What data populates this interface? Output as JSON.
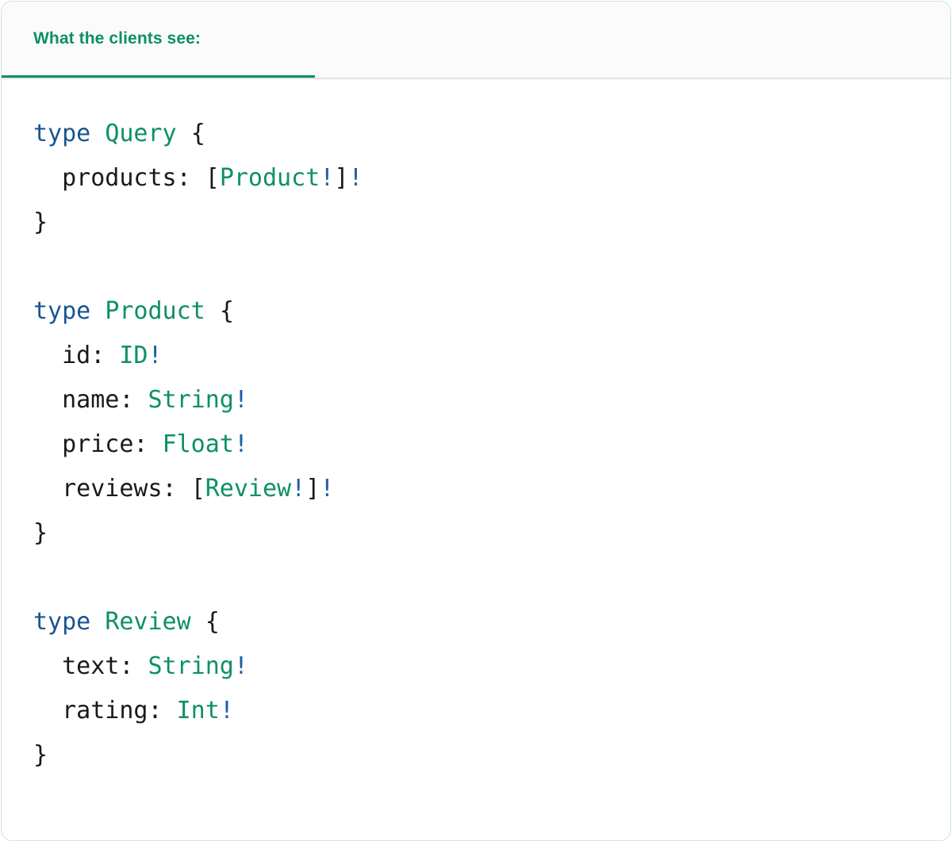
{
  "panel": {
    "tab_label": "What the clients see:",
    "accent_color": "#0e8f63",
    "keyword_color": "#1a5490",
    "typename_color": "#0e9065",
    "bang_color": "#1b5fa8",
    "text_color": "#1a1a1a",
    "header_bg": "#fbfbfb",
    "body_bg": "#ffffff"
  },
  "schema": {
    "language": "graphql",
    "keyword": "type",
    "blocks": [
      {
        "name": "Query",
        "open": "{",
        "close": "}",
        "fields": [
          {
            "indent": "  ",
            "name": "products:",
            "type_prefix": "[",
            "type": "Product",
            "inner_bang": "!",
            "type_suffix": "]",
            "outer_bang": "!"
          }
        ]
      },
      {
        "name": "Product",
        "open": "{",
        "close": "}",
        "fields": [
          {
            "indent": "  ",
            "name": "id:",
            "type_prefix": "",
            "type": "ID",
            "inner_bang": "!",
            "type_suffix": "",
            "outer_bang": ""
          },
          {
            "indent": "  ",
            "name": "name:",
            "type_prefix": "",
            "type": "String",
            "inner_bang": "!",
            "type_suffix": "",
            "outer_bang": ""
          },
          {
            "indent": "  ",
            "name": "price:",
            "type_prefix": "",
            "type": "Float",
            "inner_bang": "!",
            "type_suffix": "",
            "outer_bang": ""
          },
          {
            "indent": "  ",
            "name": "reviews:",
            "type_prefix": "[",
            "type": "Review",
            "inner_bang": "!",
            "type_suffix": "]",
            "outer_bang": "!"
          }
        ]
      },
      {
        "name": "Review",
        "open": "{",
        "close": "}",
        "fields": [
          {
            "indent": "  ",
            "name": "text:",
            "type_prefix": "",
            "type": "String",
            "inner_bang": "!",
            "type_suffix": "",
            "outer_bang": ""
          },
          {
            "indent": "  ",
            "name": "rating:",
            "type_prefix": "",
            "type": "Int",
            "inner_bang": "!",
            "type_suffix": "",
            "outer_bang": ""
          }
        ]
      }
    ]
  }
}
